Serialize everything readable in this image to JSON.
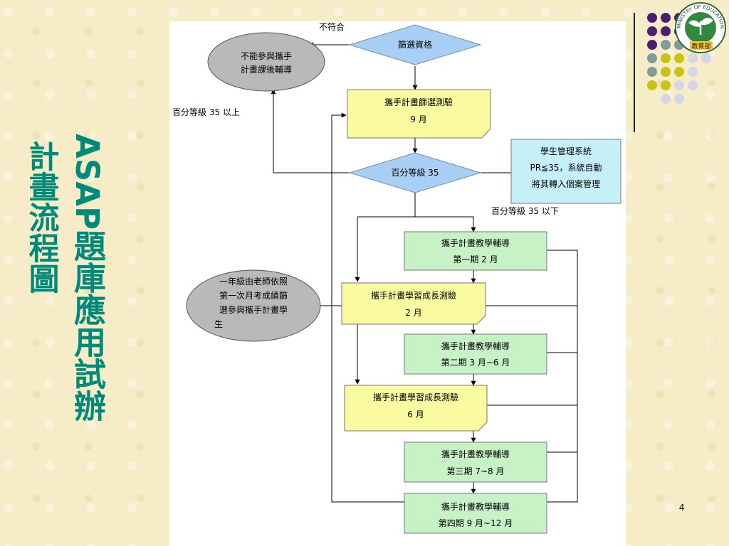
{
  "slide": {
    "title_main": "ASAP題庫應用試辦",
    "title_sub": "計畫流程圖",
    "page_number": "4"
  },
  "logo": {
    "ring_text": "MINISTRY OF EDUCATION",
    "label": "教育部"
  },
  "colors": {
    "title": "#008a7a",
    "diamond": "#a9cff4",
    "test_box": "#fafaa0",
    "teaching_box": "#c6f2c6",
    "ellipse": "#b9b9b9",
    "info_box": "#c6f0f8",
    "dot_purple": "#4b1d6e",
    "dot_teal": "#7f9c98",
    "dot_olive": "#c9c314",
    "dot_lavender": "#d7d5e6"
  },
  "diagram": {
    "screen_diamond": "篩選資格",
    "not_qualified_label": "不符合",
    "exit_ellipse": [
      "不能參與攜手",
      "計畫課後輔導"
    ],
    "screen_test": [
      "攜手計畫篩選測驗",
      "9 月"
    ],
    "pr_diamond": "百分等級 35",
    "pr_above_label": "百分等級 35 以上",
    "pr_below_label": "百分等級 35 以下",
    "student_mgmt": [
      "學生管理系統",
      "PR≦35，系統自動",
      "將其轉入個案管理"
    ],
    "grade1_ellipse": [
      "一年級由老師依照",
      "第一次月考成績篩",
      "選參與攜手計畫學",
      "生"
    ],
    "teach1": [
      "攜手計畫教學輔導",
      "第一期 2 月"
    ],
    "growth_test1": [
      "攜手計畫學習成長測驗",
      "2 月"
    ],
    "teach2": [
      "攜手計畫教學輔導",
      "第二期 3 月~6 月"
    ],
    "growth_test2": [
      "攜手計畫學習成長測驗",
      "6 月"
    ],
    "teach3": [
      "攜手計畫教學輔導",
      "第三期 7~8 月"
    ],
    "teach4": [
      "攜手計畫教學輔導",
      "第四期 9 月~12 月"
    ]
  }
}
